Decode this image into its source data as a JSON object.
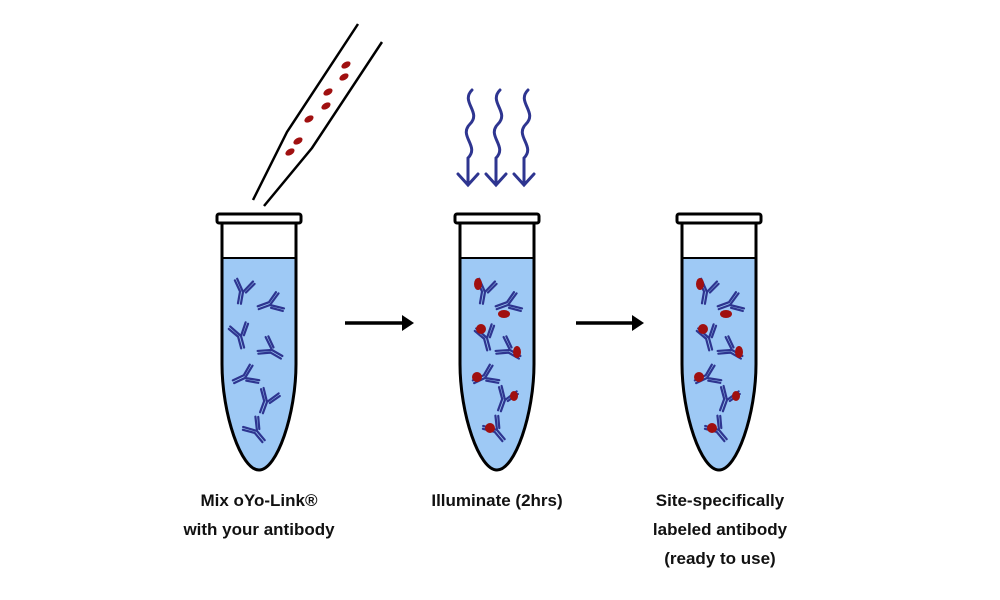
{
  "steps": [
    {
      "line1": "Mix oYo-Link®",
      "line2": "with your antibody"
    },
    {
      "line1": "Illuminate (2hrs)"
    },
    {
      "line1": "Site-specifically",
      "line2": "labeled antibody",
      "line3": "(ready to use)"
    }
  ],
  "colors": {
    "liquid": "#9ec9f5",
    "antibody": "#2e3590",
    "label": "#a01010",
    "outline": "#000000",
    "light": "#2e3590"
  }
}
